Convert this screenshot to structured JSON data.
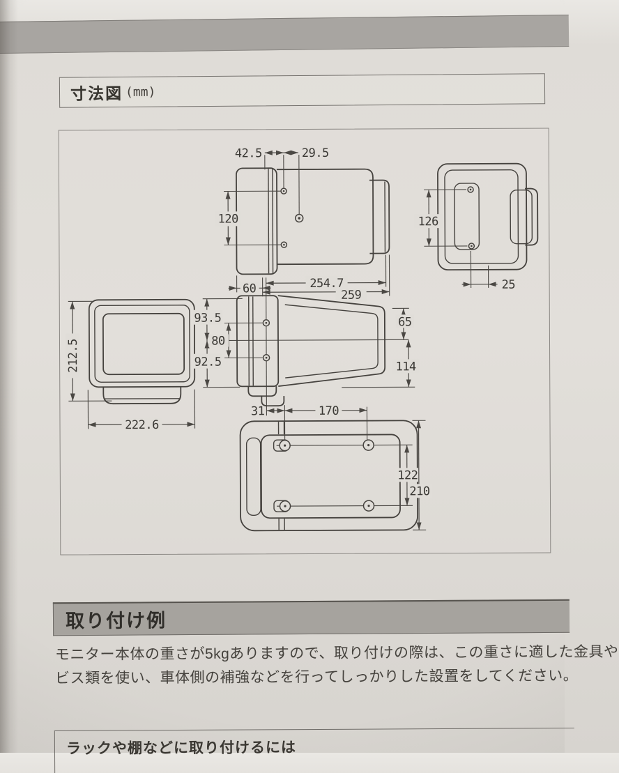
{
  "dimension_section": {
    "title": "寸法図",
    "unit": "(mm)"
  },
  "dims": {
    "top_offset_a": "42.5",
    "top_offset_b": "29.5",
    "side_hole_span": "120",
    "side_depth_inner": "254.7",
    "side_depth_outer": "259",
    "front_to_hole": "60",
    "rear_hole_span": "126",
    "rear_offset": "25",
    "front_height": "212.5",
    "front_width": "222.6",
    "upper_half": "93.5",
    "hole_span_vertical": "80",
    "lower_half": "92.5",
    "top_upper_depth": "65",
    "top_lower_depth": "114",
    "bottom_offset": "31",
    "bottom_hole_width": "170",
    "bottom_hole_depth": "122",
    "bottom_depth": "210"
  },
  "mounting_section": {
    "title": "取り付け例",
    "body_line1": "モニター本体の重さが5kgありますので、取り付けの際は、この重さに適した金具や",
    "body_line2": "ビス類を使い、車体側の補強などを行ってしっかりした設置をしてください。"
  },
  "rack_section": {
    "title": "ラックや棚などに取り付けるには"
  }
}
